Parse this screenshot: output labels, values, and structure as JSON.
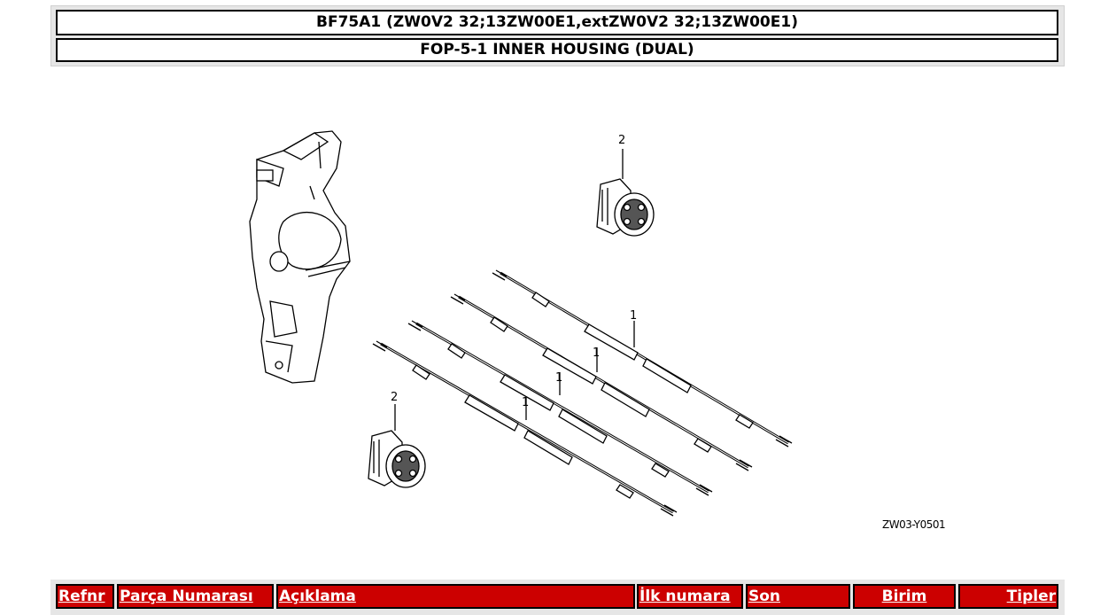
{
  "header": {
    "model_title": "BF75A1 (ZW0V2 32;13ZW00E1,extZW0V2 32;13ZW00E1)",
    "section_title": "FOP-5-1 INNER HOUSING (DUAL)"
  },
  "diagram": {
    "callouts": {
      "grommet_top": "2",
      "grommet_bottom": "2",
      "cable_1": "1",
      "cable_2": "1",
      "cable_3": "1",
      "cable_4": "1"
    },
    "figure_code": "ZW03-Y0501"
  },
  "table": {
    "columns": [
      "Refnr",
      "Parça Numarası",
      "Açıklama",
      "İlk numara",
      "Son",
      "Birim",
      "Tipler"
    ]
  },
  "colors": {
    "header_red": "#cc0000",
    "frame_gray": "#e6e6e6"
  }
}
